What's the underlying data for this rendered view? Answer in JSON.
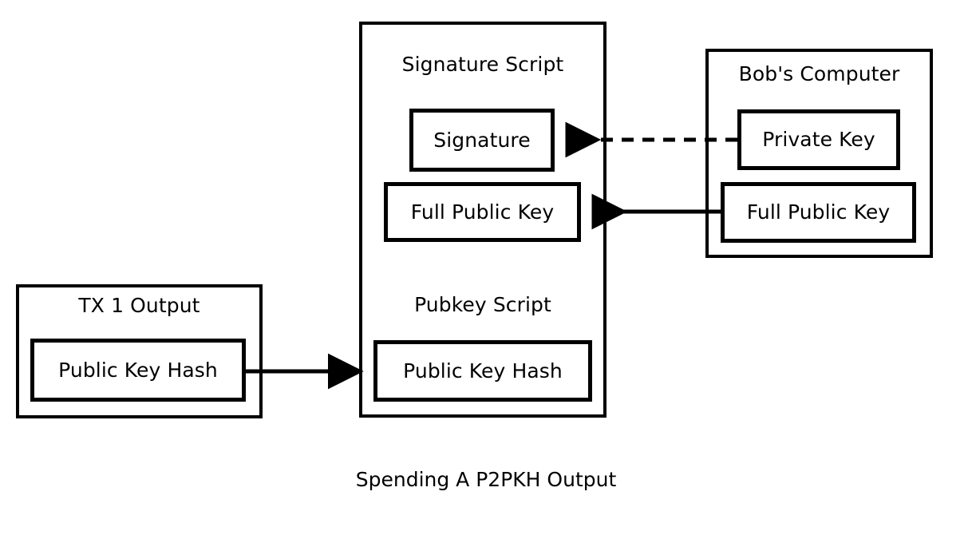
{
  "diagram": {
    "caption": "Spending A P2PKH Output",
    "stroke_color": "#000000",
    "background_color": "#ffffff",
    "groups": [
      {
        "id": "signature-script",
        "label": "Signature Script",
        "items": [
          {
            "id": "signature",
            "label": "Signature"
          },
          {
            "id": "full-public-key-script",
            "label": "Full Public Key"
          }
        ]
      },
      {
        "id": "pubkey-script",
        "label": "Pubkey Script",
        "items": [
          {
            "id": "public-key-hash-pubkey-script",
            "label": "Public Key Hash"
          }
        ]
      },
      {
        "id": "bobs-computer",
        "label": "Bob's Computer",
        "items": [
          {
            "id": "private-key",
            "label": "Private Key"
          },
          {
            "id": "full-public-key-bob",
            "label": "Full Public Key"
          }
        ]
      },
      {
        "id": "tx-1-output",
        "label": "TX 1 Output",
        "items": [
          {
            "id": "public-key-hash-tx1",
            "label": "Public Key Hash"
          }
        ]
      }
    ],
    "connections": [
      {
        "id": "private-key-to-signature",
        "from": "private-key",
        "to": "signature",
        "style": "dashed",
        "direction": "right-to-left"
      },
      {
        "id": "full-public-key-bob-to-script",
        "from": "full-public-key-bob",
        "to": "full-public-key-script",
        "style": "solid",
        "direction": "right-to-left"
      },
      {
        "id": "tx1-hash-to-pubkey-script",
        "from": "public-key-hash-tx1",
        "to": "public-key-hash-pubkey-script",
        "style": "solid",
        "direction": "left-to-right"
      }
    ]
  }
}
